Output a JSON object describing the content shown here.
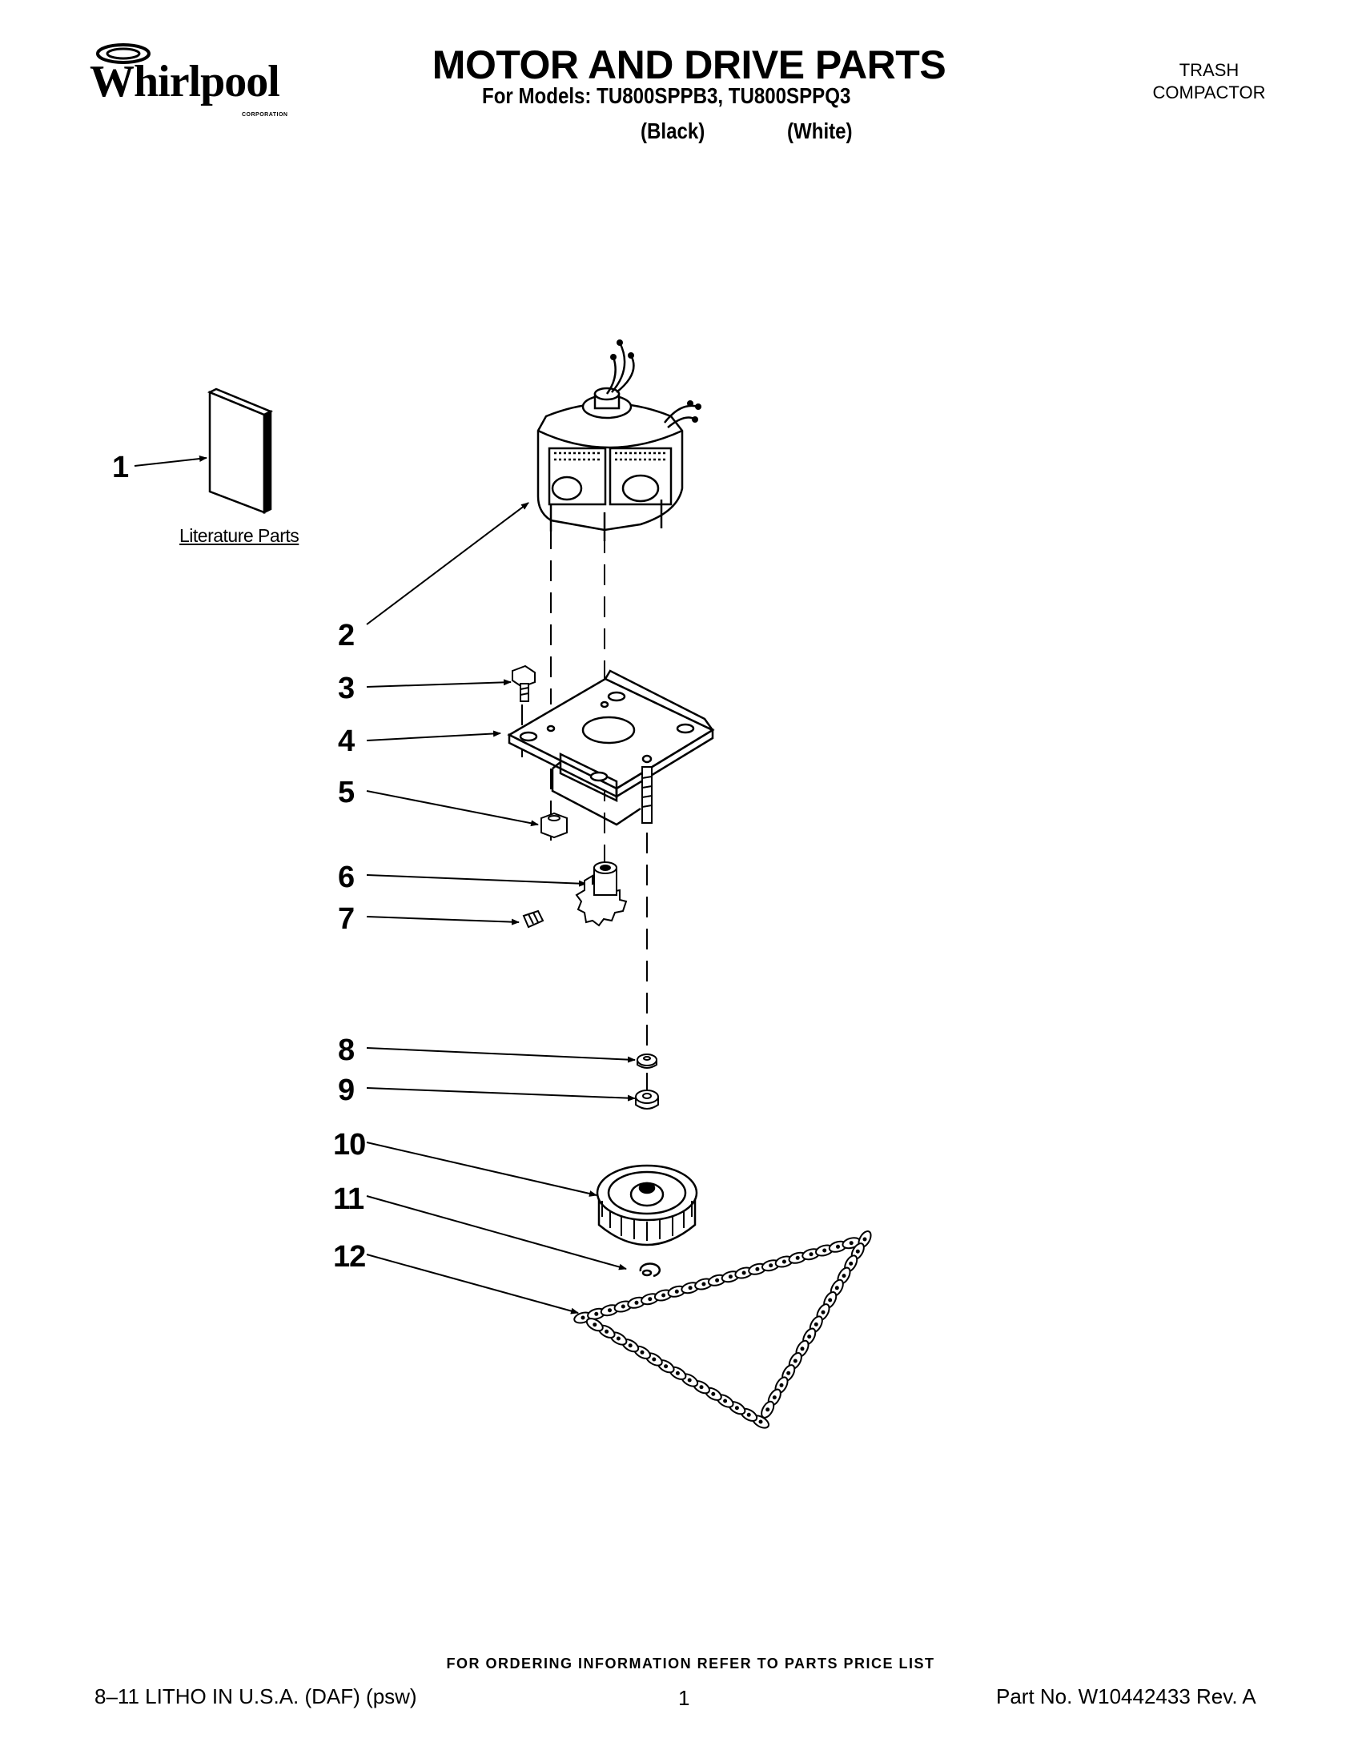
{
  "brand": {
    "name": "Whirlpool",
    "sub": "CORPORATION"
  },
  "header": {
    "title": "MOTOR AND DRIVE PARTS",
    "models_line": "For Models: TU800SPPB3, TU800SPPQ3",
    "color_black": "(Black)",
    "color_white": "(White)",
    "category_line1": "TRASH",
    "category_line2": "COMPACTOR"
  },
  "diagram": {
    "literature_label": "Literature Parts",
    "callouts": [
      "1",
      "2",
      "3",
      "4",
      "5",
      "6",
      "7",
      "8",
      "9",
      "10",
      "11",
      "12"
    ]
  },
  "footer": {
    "ordering": "FOR ORDERING INFORMATION REFER TO PARTS PRICE LIST",
    "litho": "8–11 LITHO IN U.S.A. (DAF) (psw)",
    "page_number": "1",
    "part_number": "Part No. W10442433 Rev. A"
  }
}
